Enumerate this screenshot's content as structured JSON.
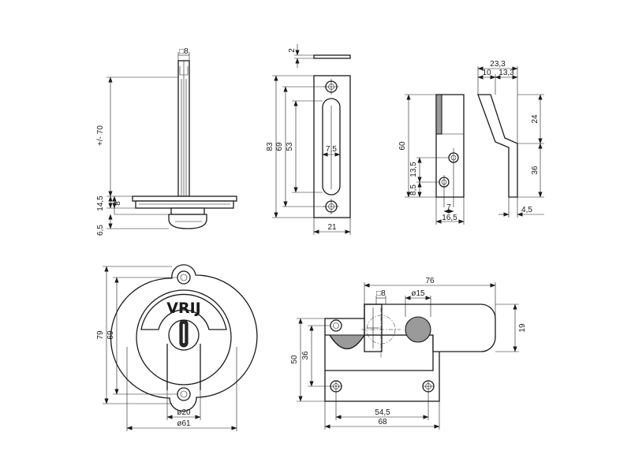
{
  "views": {
    "side_spindle": {
      "dims": {
        "square": "□8",
        "height": "+/- 70",
        "flange": "14,5",
        "plate": "8",
        "knob": "6,5"
      }
    },
    "strike_plate": {
      "dims": {
        "thickness": "2",
        "height": "83",
        "hole_pitch": "69",
        "slot_length": "53",
        "slot_width": "7,5",
        "width": "21"
      }
    },
    "keeper": {
      "dims": {
        "depth": "23,3",
        "lip": "10",
        "body": "13,3",
        "height": "60",
        "top": "24",
        "lower": "36",
        "hole_gap": "13,5",
        "base": "8,5",
        "hole_x": "7",
        "width": "16,5",
        "foot": "4,5"
      }
    },
    "indicator_front": {
      "label": "VRIJ",
      "dims": {
        "height": "79",
        "hole_pitch": "69",
        "inner_diameter": "ø20",
        "outer_diameter": "ø61"
      }
    },
    "bolt_front": {
      "dims": {
        "length": "76",
        "square": "□8",
        "knob": "ø15",
        "height": "50",
        "inner": "36",
        "tab": "19",
        "hole_pitch": "54,5",
        "width": "68"
      }
    }
  }
}
